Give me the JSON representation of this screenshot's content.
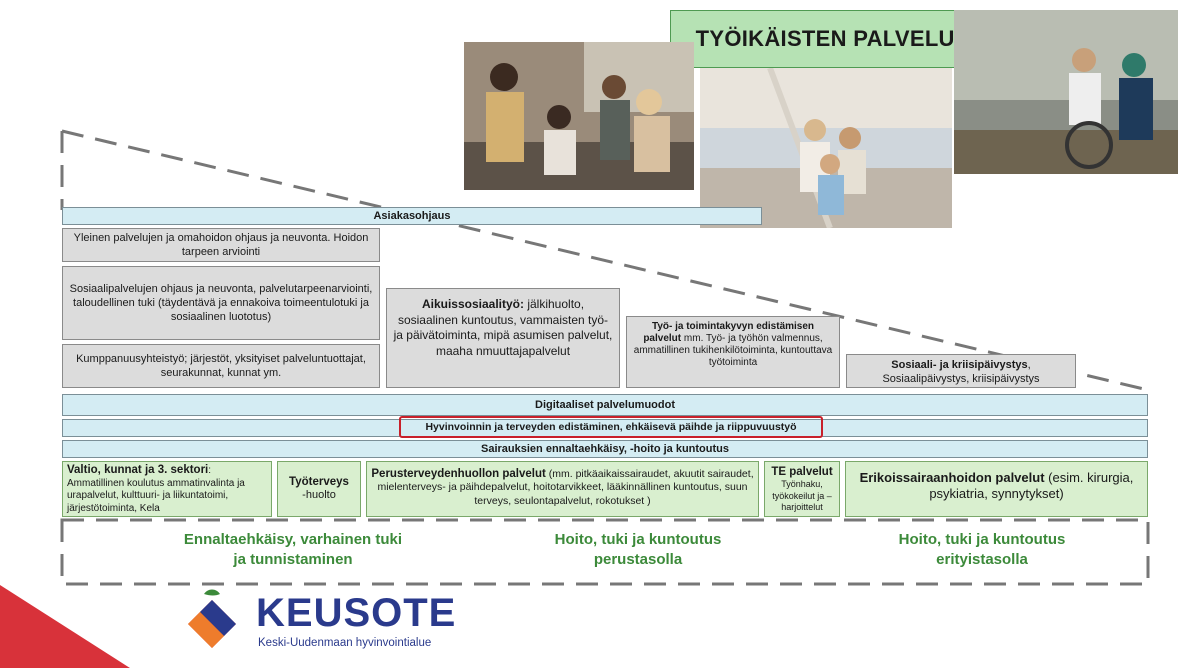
{
  "title": "TYÖIKÄISTEN PALVELUKETJU",
  "bands": {
    "asiakasohjaus": "Asiakasohjaus",
    "digitaaliset": "Digitaaliset palvelumuodot",
    "hyvinvointi": "Hyvinvoinnin ja terveyden edistäminen, ehkäisevä päihde ja riippuvuustyö",
    "sairauksien": "Sairauksien ennaltaehkäisy, -hoito ja kuntoutus"
  },
  "grey_boxes": {
    "yleinen": "Yleinen palvelujen ja omahoidon ohjaus ja neuvonta. Hoidon tarpeen arviointi",
    "sosiaalipalvelujen": "Sosiaalipalvelujen ohjaus ja neuvonta, palvelutarpeenarviointi, taloudellinen tuki (täydentävä ja ennakoiva toimeentulotuki ja sosiaalinen luototus)",
    "kumppanuus": "Kumppanuusyhteistyö; järjestöt, yksityiset palveluntuottajat, seurakunnat, kunnat ym.",
    "aikuis_title": "Aikuissosiaalityö:",
    "aikuis_text": " jälkihuolto, sosiaalinen kuntoutus, vammaisten työ- ja päivätoiminta, mipä asumisen palvelut, maaha nmuuttajapalvelut",
    "tyo_title": "Työ- ja toimintakyvyn edistämisen palvelut",
    "tyo_text": " mm. Työ- ja työhön valmennus, ammatillinen tukihenkilötoiminta, kuntouttava työtoiminta",
    "kriisi_title": "Sosiaali- ja kriisipäivystys",
    "kriisi_text": ", Sosiaalipäivystys, kriisipäivystys"
  },
  "green_boxes": {
    "valtio_title": "Valtio, kunnat ja 3. sektori",
    "valtio_text": "Ammatillinen koulutus ammatinvalinta ja urapalvelut, kulttuuri- ja liikuntatoimi, järjestötoiminta, Kela",
    "tyoterveys_title": "Työterveys",
    "tyoterveys_text": "-huolto",
    "perus_title": "Perusterveydenhuollon palvelut",
    "perus_text": "(mm. pitkäaikaissairaudet, akuutit sairaudet, mielenterveys- ja päihdepalvelut, hoitotarvikkeet, lääkinnällinen kuntoutus, suun terveys, seulontapalvelut, rokotukset )",
    "te_title": "TE palvelut",
    "te_text": "Työnhaku, työkokeilut ja –harjoittelut",
    "erikois_title": "Erikoissairaanhoidon palvelut",
    "erikois_text": "(esim. kirurgia, psykiatria, synnytykset)"
  },
  "bottom_labels": {
    "left": "Ennaltaehkäisy, varhainen tuki ja tunnistaminen",
    "middle": "Hoito, tuki ja kuntoutus perustasolla",
    "right": "Hoito, tuki ja kuntoutus erityistasolla"
  },
  "logo": {
    "name": "KEUSOTE",
    "subtitle": "Keski-Uudenmaan hyvinvointialue"
  },
  "colors": {
    "title_bg": "#b6e2b4",
    "band_bg": "#d4ecf3",
    "grey_bg": "#dcdcdc",
    "green_bg": "#d9efcf",
    "green_text": "#3c8a3a",
    "highlight_red": "#c8202a",
    "logo_blue": "#2a3a8c",
    "logo_red": "#d8323a"
  }
}
